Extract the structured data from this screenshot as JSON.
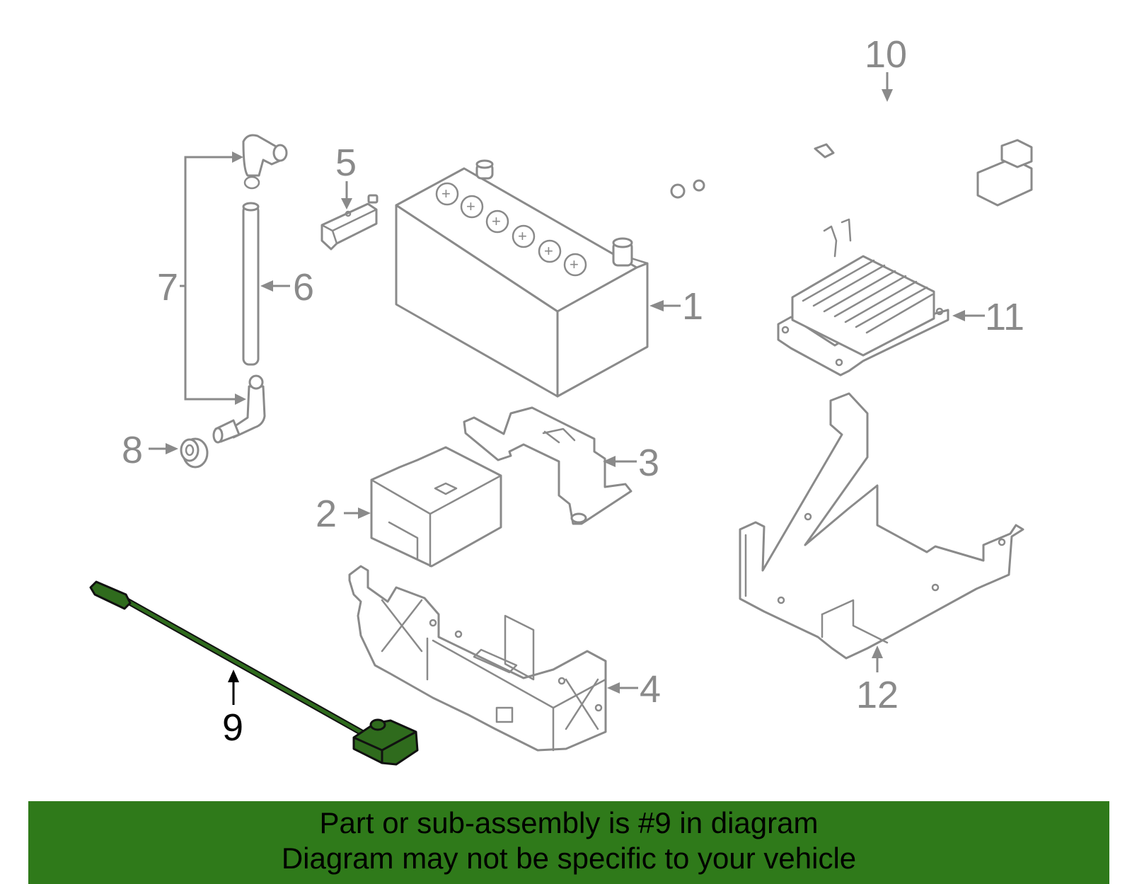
{
  "diagram": {
    "callouts": [
      "1",
      "2",
      "3",
      "4",
      "5",
      "6",
      "7",
      "8",
      "9",
      "10",
      "11",
      "12"
    ],
    "highlighted_callout": "9"
  },
  "banner": {
    "line1": "Part or sub-assembly is #9 in diagram",
    "line2": "Diagram may not be specific to your vehicle"
  },
  "colors": {
    "highlight": "#2f6b1d",
    "banner": "#2f7a1a",
    "line_art": "#8a8a8a"
  }
}
